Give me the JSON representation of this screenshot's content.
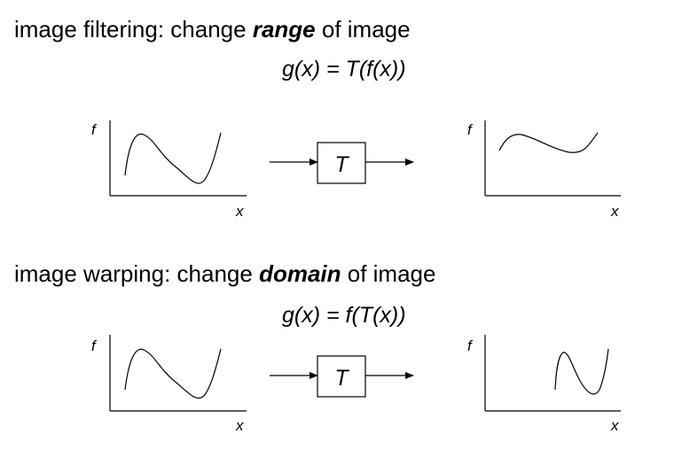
{
  "sections": [
    {
      "title_pre": "image filtering: change ",
      "title_keyword": "range",
      "title_post": " of image",
      "formula": "g(x) = T(f(x))",
      "left_plot": {
        "y_axis_label": "f",
        "x_axis_label": "x"
      },
      "operator_label": "T",
      "right_plot": {
        "y_axis_label": "f",
        "x_axis_label": "x"
      }
    },
    {
      "title_pre": "image warping: change ",
      "title_keyword": "domain",
      "title_post": " of image",
      "formula": "g(x) = f(T(x))",
      "left_plot": {
        "y_axis_label": "f",
        "x_axis_label": "x"
      },
      "operator_label": "T",
      "right_plot": {
        "y_axis_label": "f",
        "x_axis_label": "x"
      }
    }
  ]
}
